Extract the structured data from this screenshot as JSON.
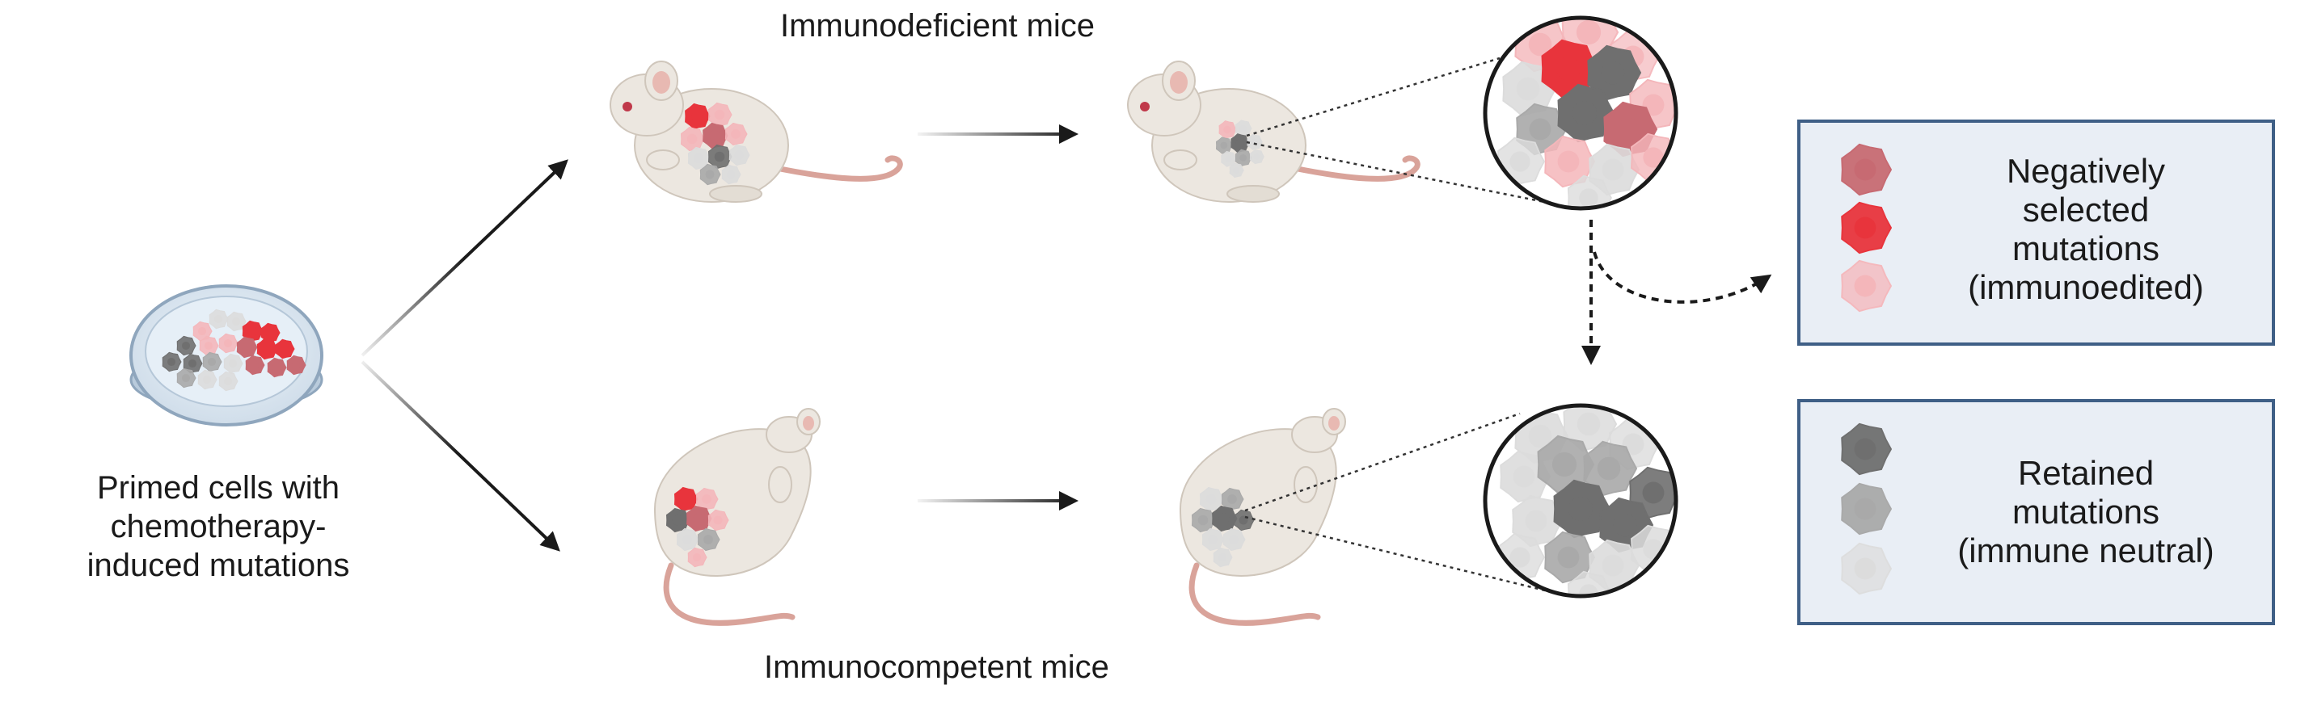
{
  "titles": {
    "top": "Immunodeficient mice",
    "bottom": "Immunocompetent mice"
  },
  "dish_caption": [
    "Primed cells with",
    "chemotherapy-",
    "induced mutations"
  ],
  "legend_negative": {
    "lines": [
      "Negatively",
      "selected",
      "mutations",
      "(immunoedited)"
    ],
    "swatches": [
      "#c76a72",
      "#e8343c",
      "#f4b6ba"
    ]
  },
  "legend_retained": {
    "lines": [
      "Retained",
      "mutations",
      "(immune neutral)"
    ],
    "swatches": [
      "#6f6f6f",
      "#a9a9a9",
      "#dcdcdc"
    ]
  },
  "colors": {
    "mouse_body": "#ece7e0",
    "mouse_tail": "#d9a39a",
    "legend_box_fill": "#e9eef5",
    "legend_box_border": "#3f5f86",
    "arrow": "#1a1a1a"
  }
}
